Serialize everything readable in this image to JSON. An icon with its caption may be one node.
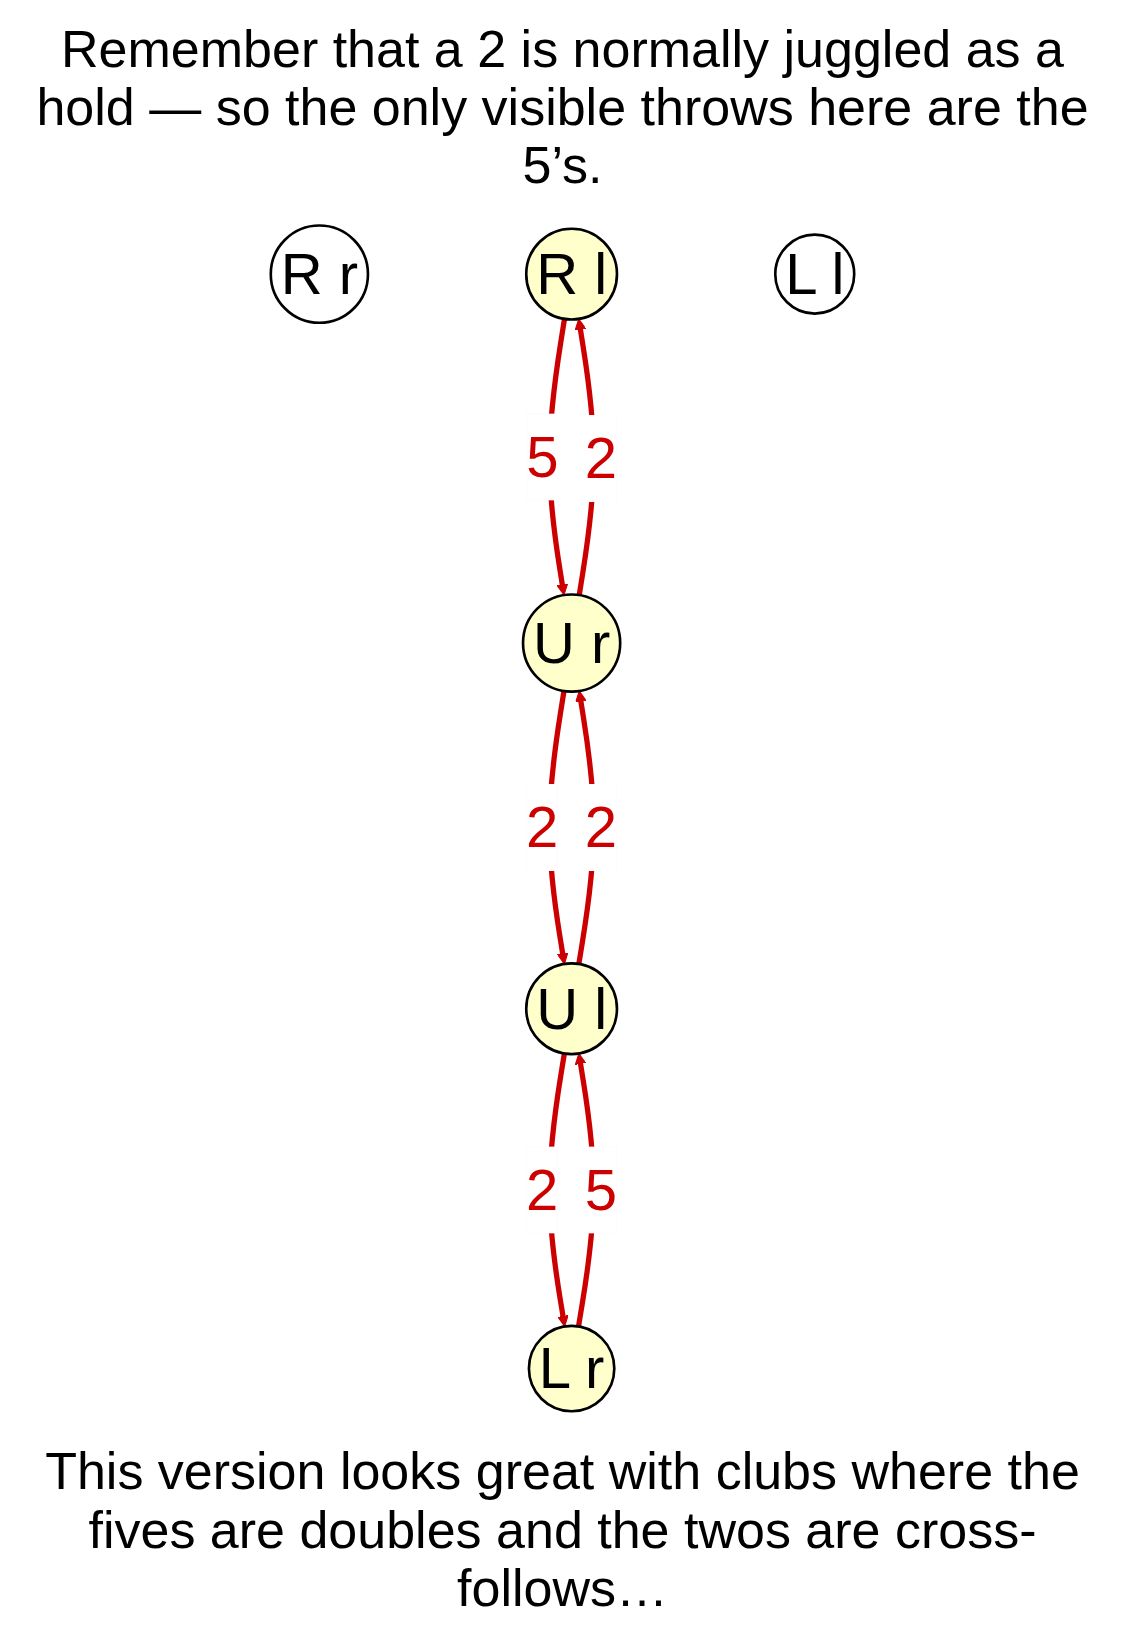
{
  "diagram": {
    "nodes": [
      {
        "text": [
          "R r"
        ]
      },
      {
        "text": [
          "R l"
        ]
      },
      {
        "text": [
          "U l"
        ]
      },
      {
        "text": [
          "U r"
        ]
      },
      {
        "text": [
          "L r"
        ]
      },
      {
        "text": [
          "L l"
        ]
      }
    ],
    "edges": [
      {
        "from": 1,
        "to": 3,
        "arrow": "to",
        "label": "5"
      },
      {
        "from": 3,
        "to": 1,
        "arrow": "to",
        "label": "2"
      },
      {
        "from": 3,
        "to": 2,
        "arrow": "to",
        "label": "2"
      },
      {
        "from": 2,
        "to": 3,
        "arrow": "to",
        "label": "2"
      },
      {
        "from": 2,
        "to": 4,
        "arrow": "to",
        "label": "2"
      },
      {
        "from": 4,
        "to": 2,
        "arrow": "to",
        "label": "5"
      }
    ],
    "labels": [
      "Remember that a 2 is normally juggled as a hold — so the only visible throws here are the 5’s.",
      "This version looks great with clubs where the fives are doubles and the twos are cross-follows…"
    ]
  }
}
